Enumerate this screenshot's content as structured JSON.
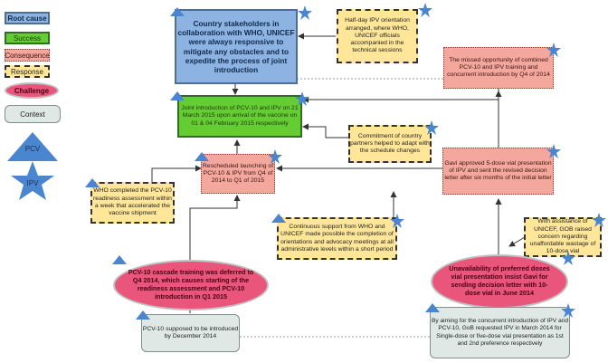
{
  "legend": {
    "root_cause": "Root cause",
    "success": "Success",
    "consequence": "Consequence",
    "response": "Response",
    "challenge": "Challenge",
    "context": "Context",
    "pcv": "PCV",
    "ipv": "IPV"
  },
  "nodes": {
    "root": "Country stakeholders in collaboration with WHO, UNICEF were always responsive to mitigate any obstacles and to expedite the process of joint introduction",
    "half_day": "Half-day IPV orientation arranged, where WHO, UNICEF officials accompanied in the technical sessions",
    "missed": "The missed opportunity of combined PCV-10 and IPV training and concurrent introduction by Q4 of 2014",
    "joint": "Joint introduction of PCV-10 and IPV on 21 March 2015 upon arrival of the vaccine on 01 & 04  February 2015 respectively",
    "commitment": "Commitment of country partners helped to adapt with the schedule changes",
    "rescheduled": "Rescheduled launching of PCV-10 & IPV from Q4 of 2014 to Q1 of 2015",
    "gavi_approved": "Gavi approved 5-dose vial presentation of IPV and sent the revised  decision letter after six months of the initial letter",
    "who_completed": "WHO completed the PCV-10 readiness assessment within a week that accelerated the vaccine shipment",
    "continuous": "Continuous support from WHO and UNICEF made possible the completion of orientations and advocacy meetings at all administrative levels within a short period",
    "unicef_gob": "With assistance of UNICEF, GOB raised concern regarding unaffordable wastage of 10-dose vial",
    "pcv_training": "PCV-10 cascade training was deferred to Q4 2014, which causes starting of the readiness assessment and PCV-10 introduction in Q1 2015",
    "unavailability": "Unavailability of preferred doses vial presentation insist Gavi for sending decision letter with 10-dose vial in June 2014",
    "pcv_supposed": "PCV-10 supposed to be introduced by December 2014",
    "aiming": "By aiming for the concurrent introduction of IPV and PCV-10, GoB requested IPV in March 2014 for Single-dose or five-dose vial presentation as 1st and 2nd preference respectively"
  },
  "colors": {
    "root": "#8db3e2",
    "success": "#66cc33",
    "consequence": "#f4a79d",
    "response": "#ffe699",
    "challenge": "#e9557b",
    "context": "#dfe8e4",
    "shape_blue": "#4a86cf"
  }
}
